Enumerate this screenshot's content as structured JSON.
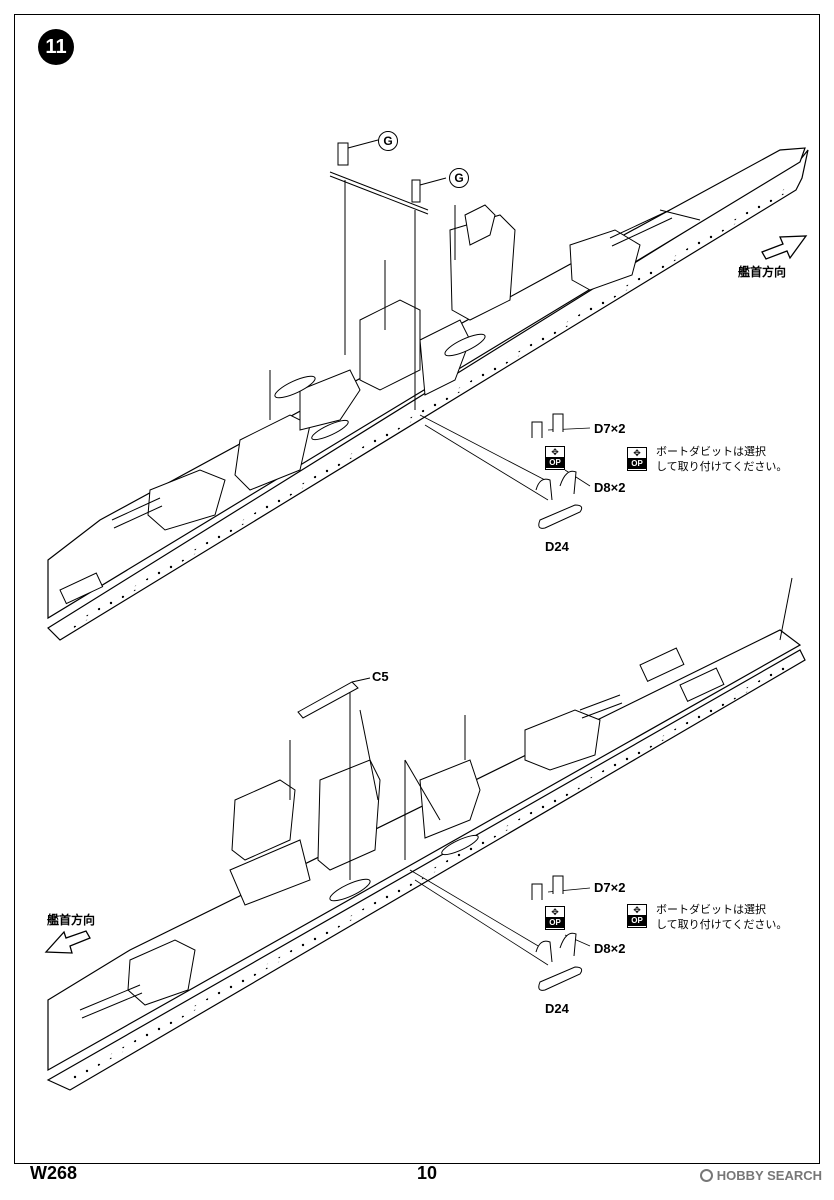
{
  "step": {
    "number": "11"
  },
  "top_assembly": {
    "callouts": [
      "G",
      "G"
    ],
    "direction_label": "艦首方向",
    "parts": [
      {
        "label": "D7×2"
      },
      {
        "label": "D8×2"
      },
      {
        "label": "D24"
      }
    ],
    "option_icon": "OP",
    "note_line1": "ボートダビットは選択",
    "note_line2": "して取り付けてください。"
  },
  "bottom_assembly": {
    "direction_label": "艦首方向",
    "parts": [
      {
        "label": "C5"
      },
      {
        "label": "D7×2"
      },
      {
        "label": "D8×2"
      },
      {
        "label": "D24"
      }
    ],
    "option_icon": "OP",
    "note_line1": "ボートダビットは選択",
    "note_line2": "して取り付けてください。"
  },
  "footer": {
    "product_code": "W268",
    "page_number": "10",
    "watermark": "HOBBY SEARCH"
  }
}
